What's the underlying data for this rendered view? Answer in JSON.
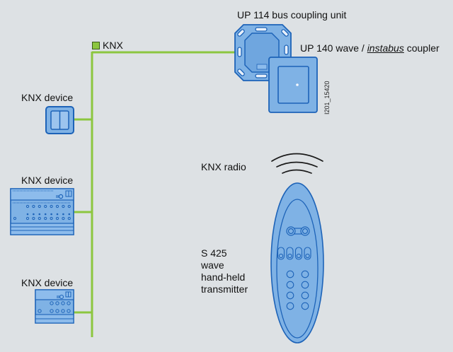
{
  "bus": {
    "legend_label": "KNX",
    "color": "#8cc63f"
  },
  "device_colors": {
    "fill": "#7fb2e5",
    "fill_light": "#9cc4ee",
    "stroke": "#1d63b8"
  },
  "labels": {
    "bus_coupling_unit": "UP 114 bus coupling unit",
    "coupler_prefix": "UP 140 wave / ",
    "coupler_italic": "instabus",
    "coupler_suffix": " coupler",
    "knx_device_1": "KNX device",
    "knx_device_2": "KNX device",
    "knx_device_3": "KNX device",
    "knx_radio": "KNX radio",
    "transmitter_lines": [
      "S 425",
      "wave",
      "hand-held",
      "transmitter"
    ],
    "figure_code": "I201_15420"
  }
}
